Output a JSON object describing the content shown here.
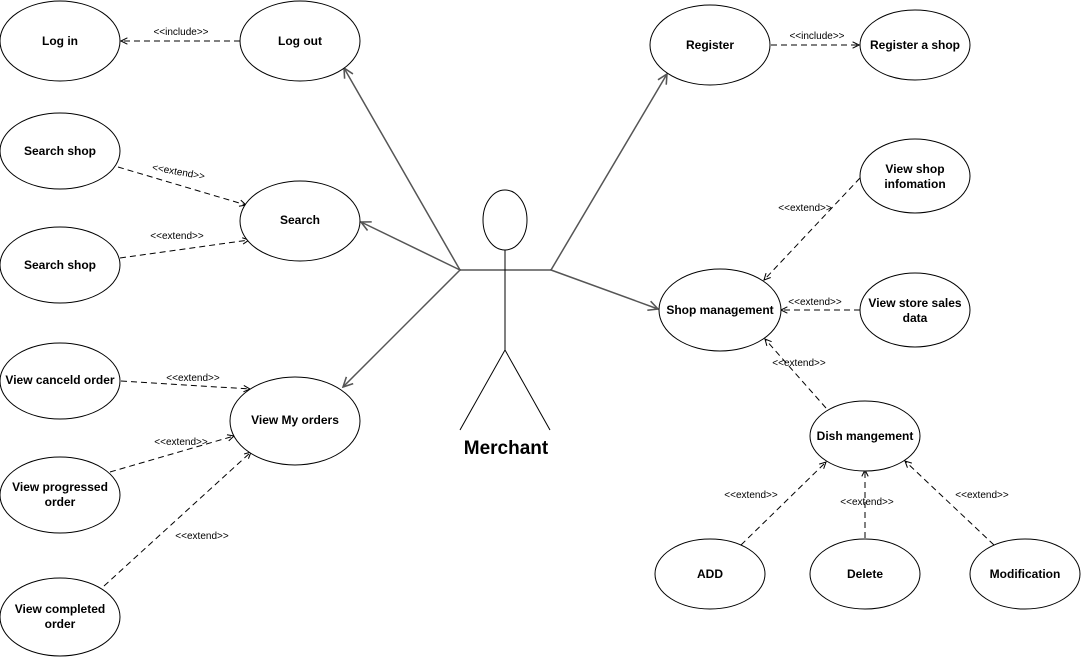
{
  "actor": {
    "name": "Merchant"
  },
  "use_cases": {
    "login": "Log in",
    "logout": "Log out",
    "search_shop_1": "Search shop",
    "search_shop_2": "Search shop",
    "search": "Search",
    "view_canceled_order": "View canceld order",
    "view_progressed_order": [
      "View progressed",
      "order"
    ],
    "view_completed_order": [
      "View completed",
      "order"
    ],
    "view_my_orders": "View My orders",
    "register": "Register",
    "register_shop": "Register a shop",
    "view_shop_info": [
      "View shop",
      "infomation"
    ],
    "shop_management": "Shop management",
    "view_store_sales": [
      "View store sales",
      "data"
    ],
    "dish_management": "Dish mangement",
    "add": "ADD",
    "delete": "Delete",
    "modification": "Modification"
  },
  "relations": {
    "include": "<<include>>",
    "extend": "<<extend>>"
  }
}
